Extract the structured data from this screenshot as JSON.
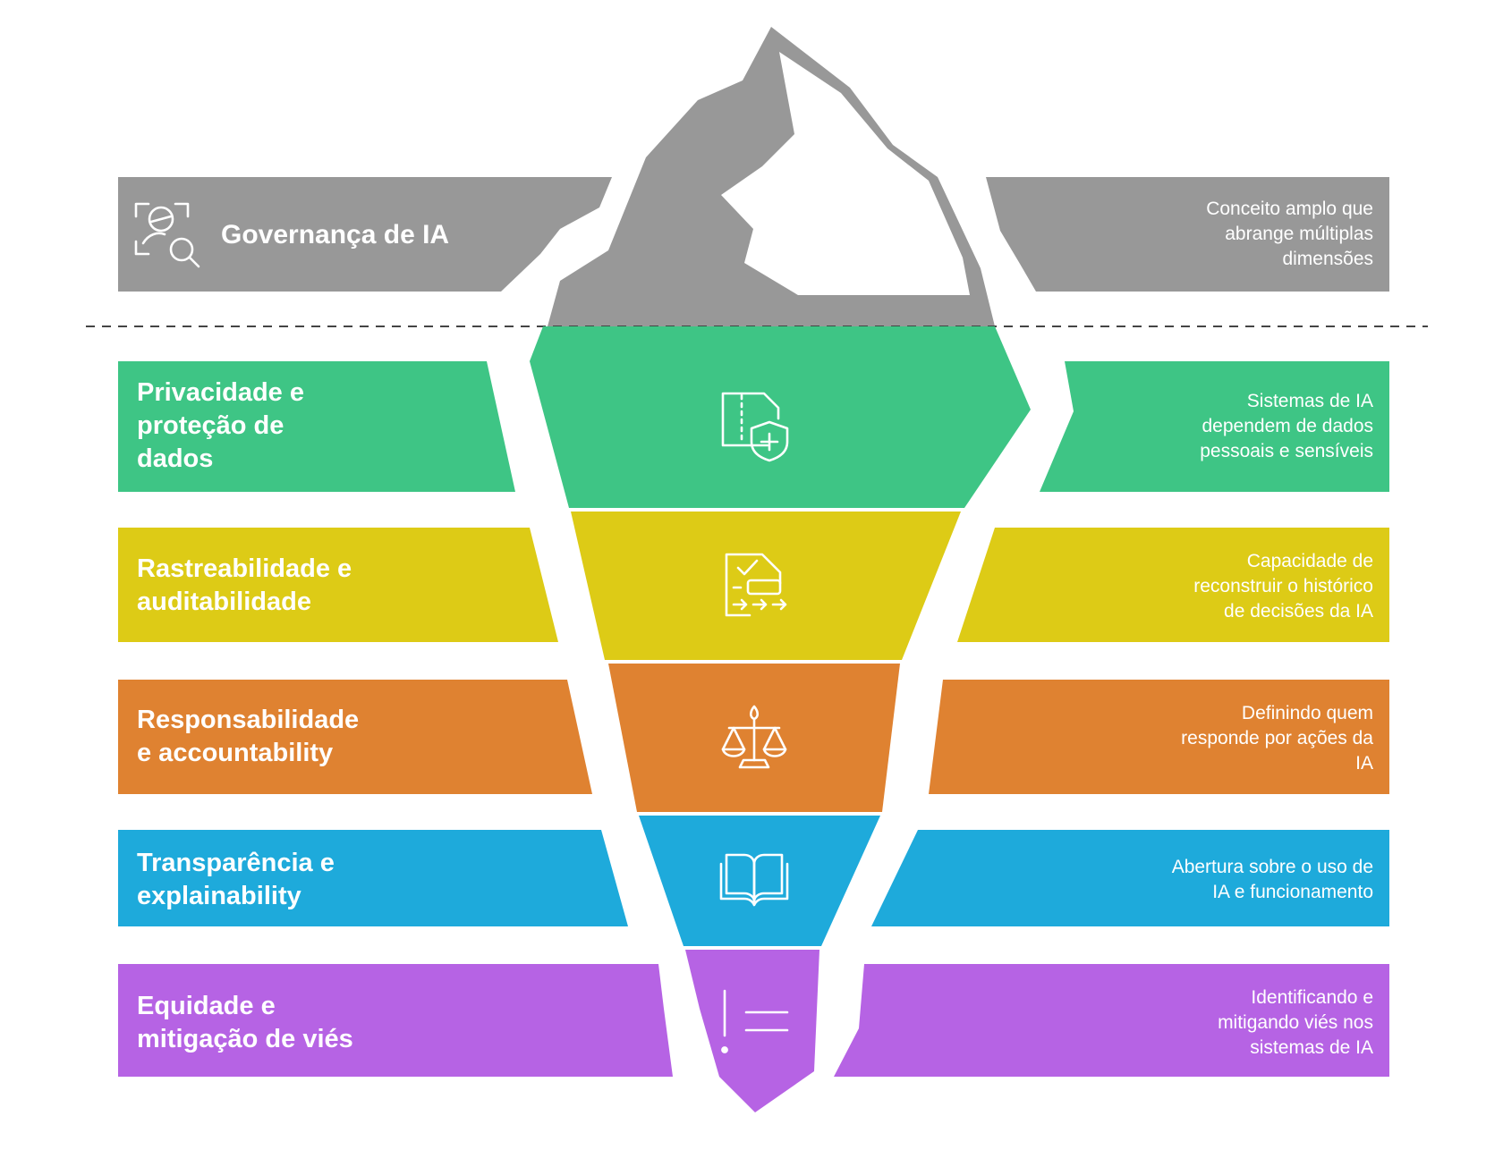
{
  "title": {
    "label": "Governança de IA",
    "description": "Conceito amplo que\nabrange múltiplas\ndimensões",
    "icon": "governance-search-icon",
    "color": "#989898"
  },
  "layers": [
    {
      "id": "privacidade",
      "label": "Privacidade e\nproteção de\ndados",
      "description": "Sistemas de IA\ndependem de dados\npessoais e sensíveis",
      "icon": "file-shield-icon",
      "color": "#3ec585"
    },
    {
      "id": "rastreabilidade",
      "label": "Rastreabilidade e\nauditabilidade",
      "description": "Capacidade de\nreconstruir o histórico\nde decisões da IA",
      "icon": "audit-document-icon",
      "color": "#ddcb16"
    },
    {
      "id": "responsabilidade",
      "label": "Responsabilidade\ne accountability",
      "description": "Definindo quem\nresponde por ações da\nIA",
      "icon": "scales-icon",
      "color": "#df8231"
    },
    {
      "id": "transparencia",
      "label": "Transparência e\nexplainability",
      "description": "Abertura sobre o uso de\nIA e funcionamento",
      "icon": "open-book-icon",
      "color": "#1eaadb"
    },
    {
      "id": "equidade",
      "label": "Equidade e\nmitigação de viés",
      "description": "Identificando e\nmitigando viés nos\nsistemas de IA",
      "icon": "exclamation-lines-icon",
      "color": "#b663e4"
    }
  ]
}
